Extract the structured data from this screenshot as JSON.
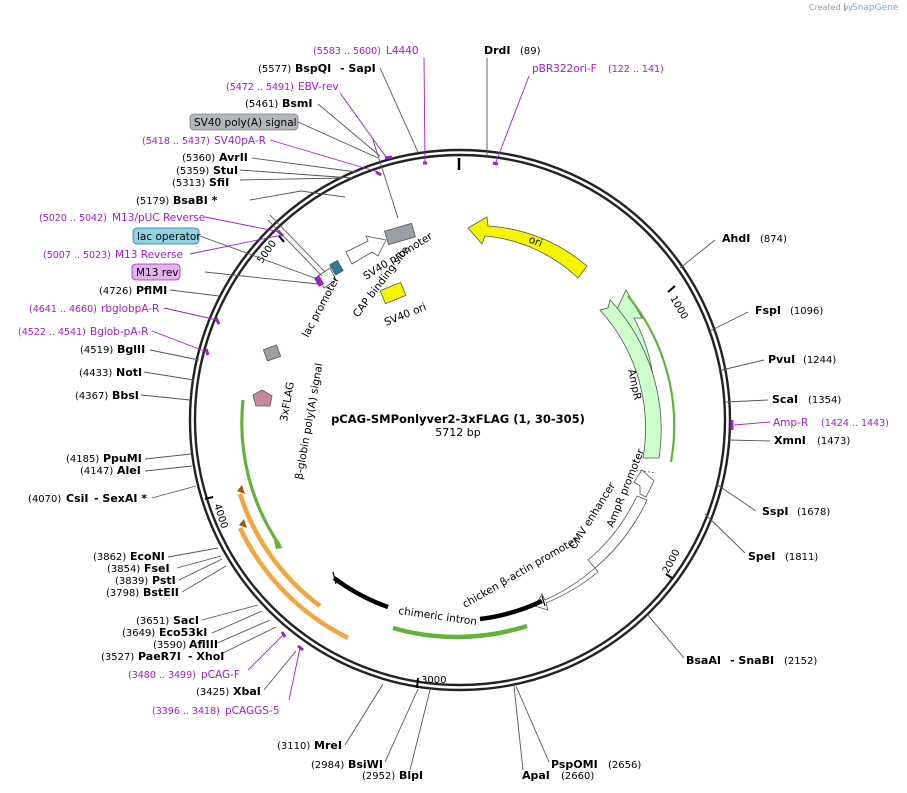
{
  "credit": {
    "created_by": "Created by",
    "app": "SnapGene"
  },
  "plasmid": {
    "name": "pCAG-SMPonlyver2-3xFLAG (1, 30-305)",
    "size": "5712 bp"
  },
  "ticks": [
    "1000",
    "2000",
    "3000",
    "4000",
    "5000"
  ],
  "enzymes": {
    "drdi": {
      "name": "DrdI",
      "pos": "(89)"
    },
    "ahdi": {
      "name": "AhdI",
      "pos": "(874)"
    },
    "fspi": {
      "name": "FspI",
      "pos": "(1096)"
    },
    "pvui": {
      "name": "PvuI",
      "pos": "(1244)"
    },
    "scai": {
      "name": "ScaI",
      "pos": "(1354)"
    },
    "xmni": {
      "name": "XmnI",
      "pos": "(1473)"
    },
    "sspi": {
      "name": "SspI",
      "pos": "(1678)"
    },
    "spei": {
      "name": "SpeI",
      "pos": "(1811)"
    },
    "bsaai": {
      "name": "BsaAI",
      "name2": "- SnaBI",
      "pos": "(2152)"
    },
    "pspomi": {
      "name": "PspOMI",
      "pos": "(2656)"
    },
    "apai": {
      "name": "ApaI",
      "pos": "(2660)"
    },
    "blpi": {
      "name": "BlpI",
      "pos": "(2952)"
    },
    "bsiwi": {
      "name": "BsiWI",
      "pos": "(2984)"
    },
    "mrei": {
      "name": "MreI",
      "pos": "(3110)"
    },
    "xbai": {
      "name": "XbaI",
      "pos": "(3425)"
    },
    "paer7i": {
      "name": "PaeR7I",
      "name2": "- XhoI",
      "pos": "(3527)"
    },
    "aflii": {
      "name": "AflIII",
      "pos": "(3590)"
    },
    "eco53ki": {
      "name": "Eco53kI",
      "pos": "(3649)"
    },
    "saci": {
      "name": "SacI",
      "pos": "(3651)"
    },
    "bsteii": {
      "name": "BstEII",
      "pos": "(3798)"
    },
    "psti": {
      "name": "PstI",
      "pos": "(3839)"
    },
    "fsei": {
      "name": "FseI",
      "pos": "(3854)"
    },
    "econi": {
      "name": "EcoNI",
      "pos": "(3862)"
    },
    "csii": {
      "name": "CsiI",
      "name2": "- SexAI *",
      "pos": "(4070)"
    },
    "alei": {
      "name": "AleI",
      "pos": "(4147)"
    },
    "ppumi": {
      "name": "PpuMI",
      "pos": "(4185)"
    },
    "bbsi": {
      "name": "BbsI",
      "pos": "(4367)"
    },
    "noti": {
      "name": "NotI",
      "pos": "(4433)"
    },
    "bglii": {
      "name": "BglII",
      "pos": "(4519)"
    },
    "pflmi": {
      "name": "PflMI",
      "pos": "(4726)"
    },
    "bsabi": {
      "name": "BsaBI *",
      "pos": "(5179)"
    },
    "sfii": {
      "name": "SfiI",
      "pos": "(5313)"
    },
    "stui": {
      "name": "StuI",
      "pos": "(5359)"
    },
    "avrii": {
      "name": "AvrII",
      "pos": "(5360)"
    },
    "bsmi": {
      "name": "BsmI",
      "pos": "(5461)"
    },
    "bspqi": {
      "name": "BspQI",
      "name2": "- SapI",
      "pos": "(5577)"
    }
  },
  "primers": {
    "l4440": {
      "name": "L4440",
      "pos": "(5583 .. 5600)"
    },
    "pbr322ori": {
      "name": "pBR322ori-F",
      "pos": "(122 .. 141)"
    },
    "ebvrev": {
      "name": "EBV-rev",
      "pos": "(5472 .. 5491)"
    },
    "sv40par": {
      "name": "SV40pA-R",
      "pos": "(5418 .. 5437)"
    },
    "m13puc": {
      "name": "M13/pUC Reverse",
      "pos": "(5020 .. 5042)"
    },
    "m13rev": {
      "name": "M13 Reverse",
      "pos": "(5007 .. 5023)"
    },
    "rbglobpa": {
      "name": "rbglobpA-R",
      "pos": "(4641 .. 4660)"
    },
    "bglobpa": {
      "name": "Bglob-pA-R",
      "pos": "(4522 .. 4541)"
    },
    "ampr": {
      "name": "Amp-R",
      "pos": "(1424 .. 1443)"
    },
    "pcagf": {
      "name": "pCAG-F",
      "pos": "(3480 .. 3499)"
    },
    "pcaggs5": {
      "name": "pCAGGS-5",
      "pos": "(3396 .. 3418)"
    }
  },
  "boxes": {
    "sv40polya": "SV40 poly(A) signal",
    "lacop": "lac operator",
    "m13revbox": "M13 rev"
  },
  "features": {
    "ori": "ori",
    "ampr": "AmpR",
    "ampr_promoter": "AmpR promoter",
    "cmv_enhancer": "CMV enhancer",
    "chicken_actin": "chicken β-actin promoter",
    "chimeric_intron": "chimeric intron",
    "flag": "3xFLAG",
    "bglobin": "β-globin poly(A) signal",
    "sv40_promoter": "SV40 promoter",
    "cap": "CAP binding site",
    "lac_promoter": "lac promoter",
    "sv40_ori": "SV40 ori"
  },
  "colors": {
    "ori": "#f5f500",
    "ampr": "#ccffcc",
    "sv40_ori": "#f5f500",
    "promoter": "#ffffff",
    "gray": "#9aa0a8",
    "flag": "#c9889e",
    "primer": "#a020c8",
    "cds_outline": "#62b33a",
    "orange": "#f2a640",
    "lacop": "#8fd2e0",
    "m13box": "#e2b4ee"
  }
}
